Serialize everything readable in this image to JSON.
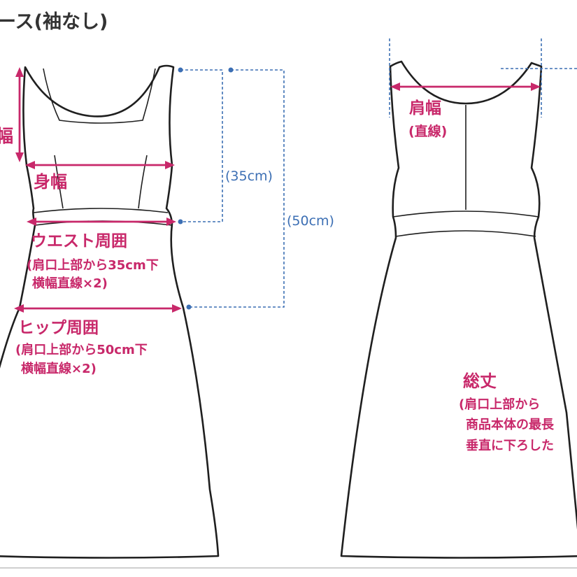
{
  "title": "ース(袖なし)",
  "colors": {
    "accent_pink": "#c8286a",
    "dimension_blue": "#3c6fb4",
    "outline": "#1f1f1f"
  },
  "front": {
    "shoulder_label_partial": "幅",
    "bust_label": "身幅",
    "waist_label": "ウエスト周囲",
    "waist_note_1": "(肩口上部から35cm下",
    "waist_note_2": "横幅直線×2)",
    "hip_label": "ヒップ周囲",
    "hip_note_1": "(肩口上部から50cm下",
    "hip_note_2": "横幅直線×2)",
    "dim_35": "(35cm)",
    "dim_50": "(50cm)"
  },
  "back": {
    "shoulder_label": "肩幅",
    "shoulder_note": "(直線)",
    "length_label": "総丈",
    "length_note_1": "(肩口上部から",
    "length_note_2": "商品本体の最長",
    "length_note_3": "垂直に下ろした"
  }
}
